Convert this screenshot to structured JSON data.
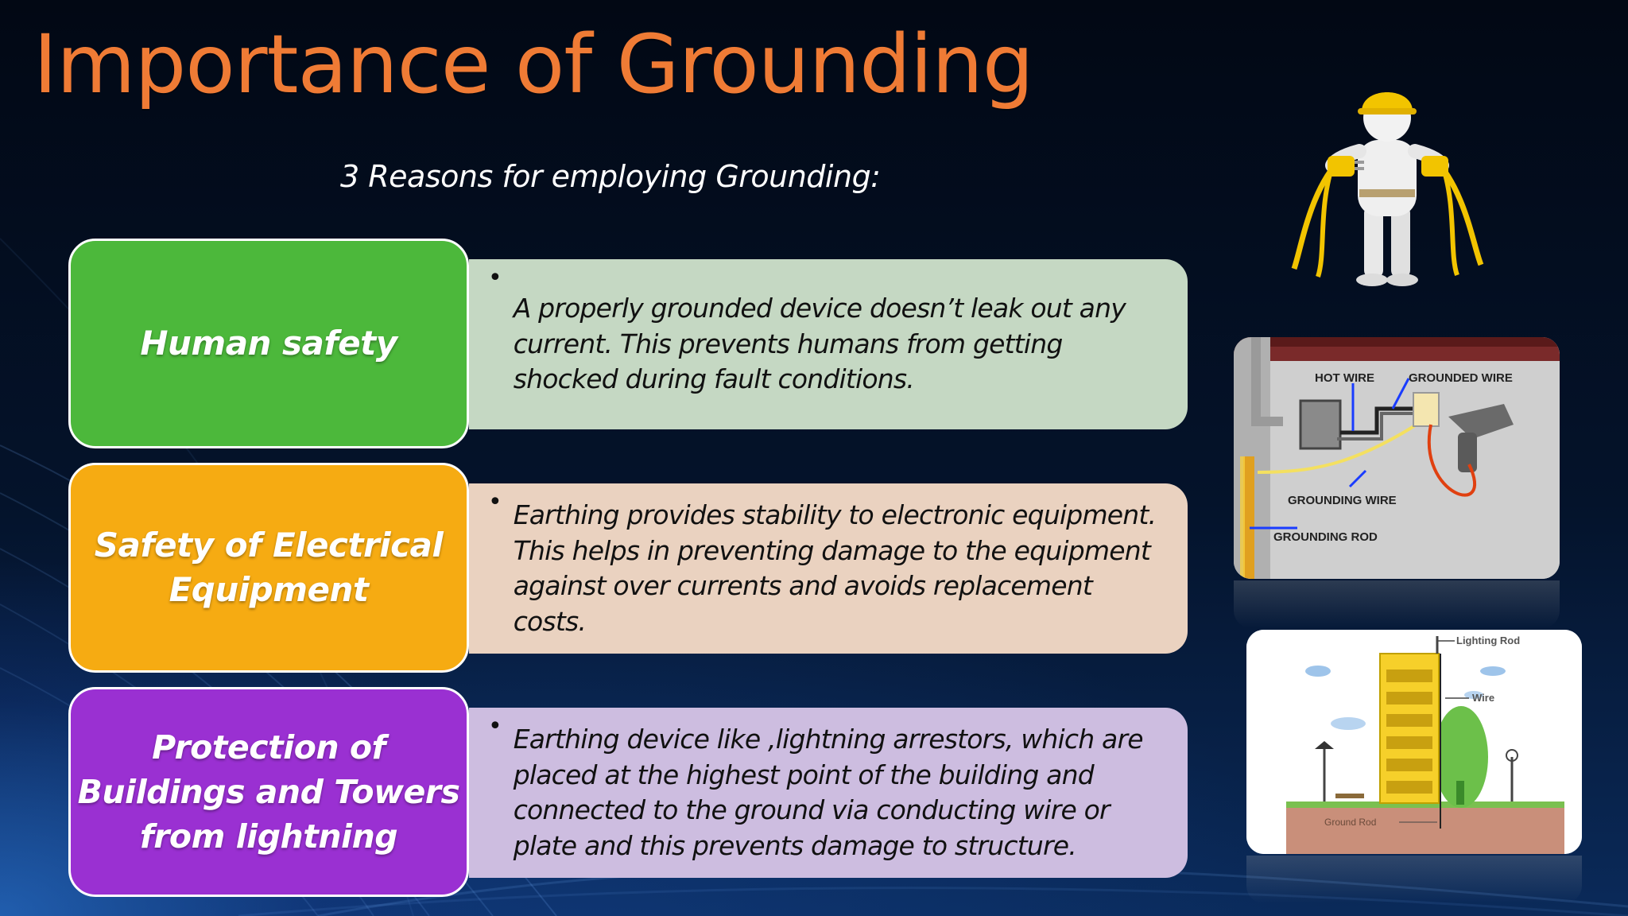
{
  "title": "Importance of Grounding",
  "subtitle": "3 Reasons for employing Grounding:",
  "reasons": [
    {
      "label": "Human safety",
      "description": "A properly grounded device doesn’t leak out any current. This prevents humans from getting shocked during fault conditions.",
      "color": "#4cb83b",
      "desc_color": "#c5d8c3"
    },
    {
      "label": "Safety of Electrical Equipment",
      "description": "Earthing provides stability to electronic equipment. This helps in preventing damage to the equipment against over currents and avoids replacement costs.",
      "color": "#f6ab12",
      "desc_color": "#ead2c0"
    },
    {
      "label": "Protection of Buildings and Towers from lightning",
      "description": "Earthing device like ,lightning arrestors, which are placed at the highest point of the building and connected to the ground via  conducting wire or plate and this prevents damage to structure.",
      "color": "#9a30d2",
      "desc_color": "#cdbde0"
    }
  ],
  "bullet": "•",
  "diagram1": {
    "hot_wire": "HOT WIRE",
    "grounded_wire": "GROUNDED WIRE",
    "grounding_wire": "GROUNDING WIRE",
    "grounding_rod": "GROUNDING ROD"
  },
  "diagram2": {
    "lighting_rod": "Lighting Rod",
    "wire": "Wire",
    "ground_rod": "Ground Rod"
  },
  "colors": {
    "title": "#ef7b35",
    "background": "#04132b"
  }
}
